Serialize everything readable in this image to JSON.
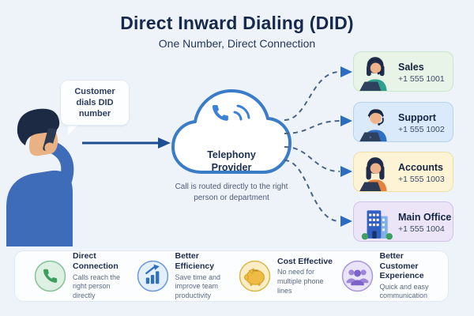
{
  "header": {
    "title": "Direct Inward Dialing (DID)",
    "subtitle": "One Number, Direct Connection"
  },
  "flow": {
    "speech_bubble": "Customer dials DID number",
    "cloud_label": "Telephony Provider",
    "routing_note": "Call is routed directly to the right person or department",
    "caller_illustration": "man-on-phone",
    "hub_icon": "cloud-phone-icon"
  },
  "departments": [
    {
      "name": "Sales",
      "phone": "+1 555 1001",
      "avatar": "female-agent-headset",
      "bg": "#e7f4e7",
      "border": "#c9e6cc"
    },
    {
      "name": "Support",
      "phone": "+1 555 1002",
      "avatar": "male-agent-headset",
      "bg": "#daeafb",
      "border": "#b4d2f1"
    },
    {
      "name": "Accounts",
      "phone": "+1 555 1003",
      "avatar": "female-agent",
      "bg": "#fdf4d6",
      "border": "#eedfa6"
    },
    {
      "name": "Main Office",
      "phone": "+1 555 1004",
      "avatar": "office-building",
      "bg": "#ebe5f7",
      "border": "#cfc2ee"
    }
  ],
  "benefits": [
    {
      "title": "Direct Connection",
      "description": "Calls reach the right person directly",
      "icon": "phone-icon",
      "circle_bg": "#ddf0e2",
      "circle_border": "#86c398",
      "icon_color": "#3d9e5f"
    },
    {
      "title": "Better Efficiency",
      "description": "Save time and improve team productivity",
      "icon": "growth-chart-icon",
      "circle_bg": "#e3effb",
      "circle_border": "#6d99d9",
      "icon_color": "#2d6fc1"
    },
    {
      "title": "Cost Effective",
      "description": "No need for multiple phone lines",
      "icon": "piggy-bank-icon",
      "circle_bg": "#fbeec6",
      "circle_border": "#d9ba50",
      "icon_color": "#eebb45"
    },
    {
      "title": "Better Customer Experience",
      "description": "Quick and easy communication",
      "icon": "people-icon",
      "circle_bg": "#eae4f8",
      "circle_border": "#ab97de",
      "icon_color": "#7c63c8"
    }
  ],
  "colors": {
    "background": "#eef3f9",
    "title_text": "#16294b",
    "cloud_stroke": "#3a7cc7",
    "arrow": "#1d4e92",
    "connector": "#4a6584",
    "connector_arrowhead": "#2b6cc0"
  }
}
